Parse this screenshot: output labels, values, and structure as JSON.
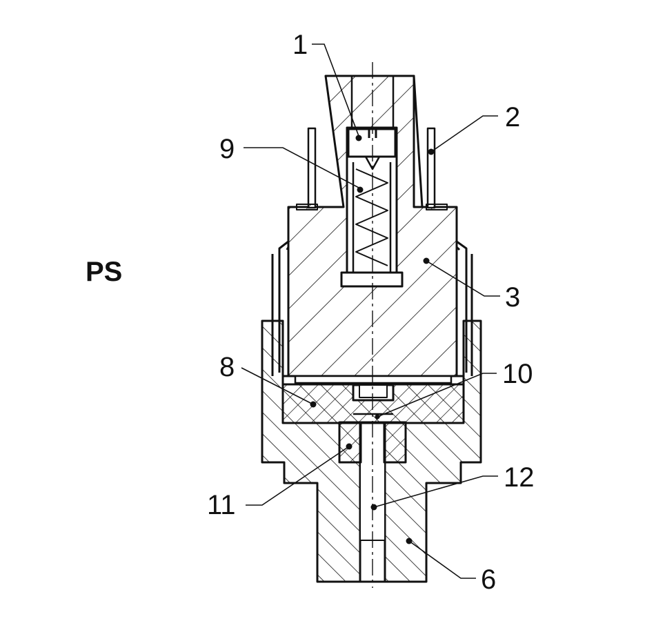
{
  "title": "PS",
  "labels": {
    "l1": "1",
    "l2": "2",
    "l3": "3",
    "l6": "6",
    "l8": "8",
    "l9": "9",
    "l10": "10",
    "l11": "11",
    "l12": "12"
  },
  "colors": {
    "line": "#111111",
    "background": "#ffffff"
  }
}
